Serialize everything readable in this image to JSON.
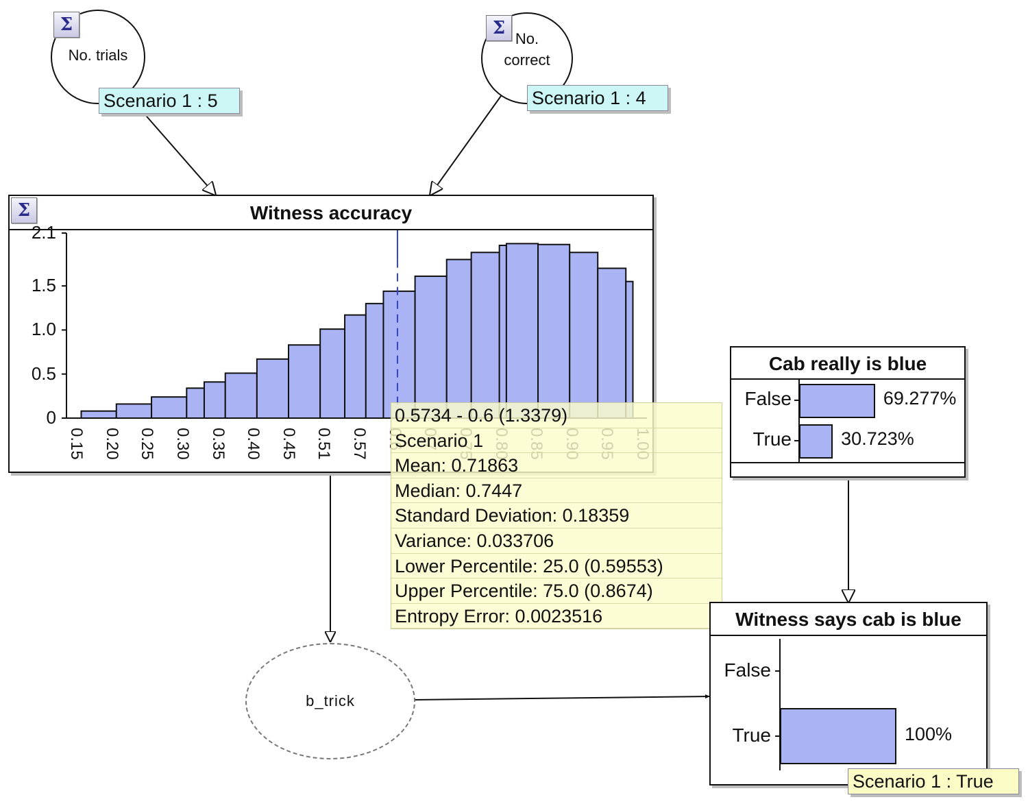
{
  "nodes": {
    "no_trials": {
      "label": "No. trials",
      "scenario": "Scenario 1 : 5"
    },
    "no_correct": {
      "label_line1": "No.",
      "label_line2": "correct",
      "scenario": "Scenario 1 : 4"
    },
    "b_trick": {
      "label": "b_trick"
    }
  },
  "icons": {
    "sigma": "Σ",
    "sigma_icon_name": "summation-icon"
  },
  "witness_accuracy": {
    "title": "Witness accuracy",
    "chart_data": {
      "type": "bar",
      "title": "Witness accuracy",
      "xlabel": "",
      "ylabel": "",
      "ylim": [
        0,
        2.1
      ],
      "y_ticks": [
        "2.1",
        "1.5",
        "1.0",
        "0.5",
        "0"
      ],
      "x_tick_labels": [
        "0.15",
        "0.20",
        "0.25",
        "0.30",
        "0.35",
        "0.40",
        "0.45",
        "0.51",
        "0.57",
        "0.6",
        "0.7",
        "0.75",
        "0.80",
        "0.85",
        "0.90",
        "0.95",
        "1.00"
      ],
      "bins": [
        {
          "x0": 0.15,
          "x1": 0.2,
          "value": 0.08
        },
        {
          "x0": 0.2,
          "x1": 0.25,
          "value": 0.16
        },
        {
          "x0": 0.25,
          "x1": 0.3,
          "value": 0.24
        },
        {
          "x0": 0.3,
          "x1": 0.325,
          "value": 0.34
        },
        {
          "x0": 0.325,
          "x1": 0.355,
          "value": 0.41
        },
        {
          "x0": 0.355,
          "x1": 0.4,
          "value": 0.51
        },
        {
          "x0": 0.4,
          "x1": 0.445,
          "value": 0.67
        },
        {
          "x0": 0.445,
          "x1": 0.49,
          "value": 0.83
        },
        {
          "x0": 0.49,
          "x1": 0.525,
          "value": 1.01
        },
        {
          "x0": 0.525,
          "x1": 0.555,
          "value": 1.17
        },
        {
          "x0": 0.555,
          "x1": 0.58,
          "value": 1.3
        },
        {
          "x0": 0.58,
          "x1": 0.625,
          "value": 1.44
        },
        {
          "x0": 0.625,
          "x1": 0.67,
          "value": 1.61
        },
        {
          "x0": 0.67,
          "x1": 0.705,
          "value": 1.8
        },
        {
          "x0": 0.705,
          "x1": 0.745,
          "value": 1.88
        },
        {
          "x0": 0.745,
          "x1": 0.755,
          "value": 1.96
        },
        {
          "x0": 0.755,
          "x1": 0.8,
          "value": 1.98
        },
        {
          "x0": 0.8,
          "x1": 0.845,
          "value": 1.97
        },
        {
          "x0": 0.845,
          "x1": 0.885,
          "value": 1.88
        },
        {
          "x0": 0.885,
          "x1": 0.925,
          "value": 1.7
        },
        {
          "x0": 0.925,
          "x1": 0.935,
          "value": 1.55
        }
      ],
      "marker_x": 0.6,
      "grid": false
    }
  },
  "tooltip": {
    "rows": [
      "0.5734 - 0.6 (1.3379)",
      "Scenario 1",
      "Mean: 0.71863",
      "Median: 0.7447",
      "Standard Deviation: 0.18359",
      "Variance: 0.033706",
      "Lower Percentile: 25.0 (0.59553)",
      "Upper Percentile: 75.0 (0.8674)",
      "Entropy Error: 0.0023516"
    ]
  },
  "cab_really_blue": {
    "title": "Cab really is blue",
    "chart_data": {
      "type": "bar",
      "title": "Cab really is blue",
      "categories": [
        "False",
        "True"
      ],
      "values": [
        69.277,
        30.723
      ],
      "value_labels": [
        "69.277%",
        "30.723%"
      ],
      "orientation": "horizontal"
    }
  },
  "witness_says_blue": {
    "title": "Witness says cab is blue",
    "scenario": "Scenario 1 : True",
    "chart_data": {
      "type": "bar",
      "title": "Witness says cab is blue",
      "categories": [
        "False",
        "True"
      ],
      "values": [
        0,
        100
      ],
      "value_labels": [
        "",
        "100%"
      ],
      "orientation": "horizontal"
    }
  },
  "colors": {
    "bar_fill": "#aab4f4",
    "scenario_cyan": "#cdf7f7",
    "scenario_yellow": "#fbfbc6",
    "marker": "#3344cc"
  }
}
